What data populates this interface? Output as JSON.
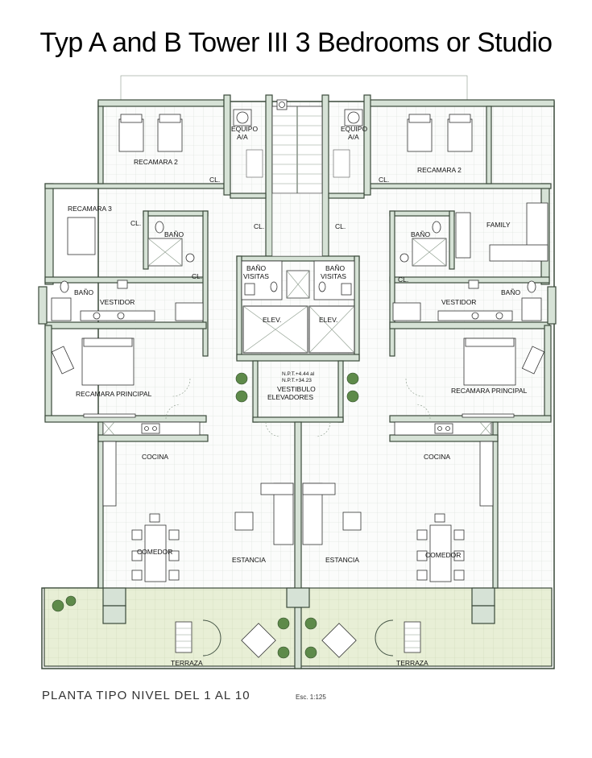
{
  "title": "Typ A and B Tower III 3 Bedrooms or Studio",
  "footer": {
    "plan_label": "PLANTA TIPO NIVEL DEL 1 AL 10",
    "scale": "Esc. 1:125"
  },
  "rooms": {
    "equipo": "EQUIPO",
    "aa": "A/A",
    "recamara2": "RECAMARA 2",
    "recamara3": "RECAMARA 3",
    "family": "FAMILY",
    "cl": "CL.",
    "bano": "BAÑO",
    "bano_visitas_1": "BAÑO",
    "bano_visitas_2": "VISITAS",
    "vestidor": "VESTIDOR",
    "elev": "ELEV.",
    "npt1": "N.P.T.+4.44 al",
    "npt2": "N.P.T.+34.23",
    "vestibulo1": "VESTIBULO",
    "vestibulo2": "ELEVADORES",
    "recamara_principal": "RECAMARA PRINCIPAL",
    "cocina": "COCINA",
    "comedor": "COMEDOR",
    "estancia": "ESTANCIA",
    "terraza": "TERRAZA"
  }
}
